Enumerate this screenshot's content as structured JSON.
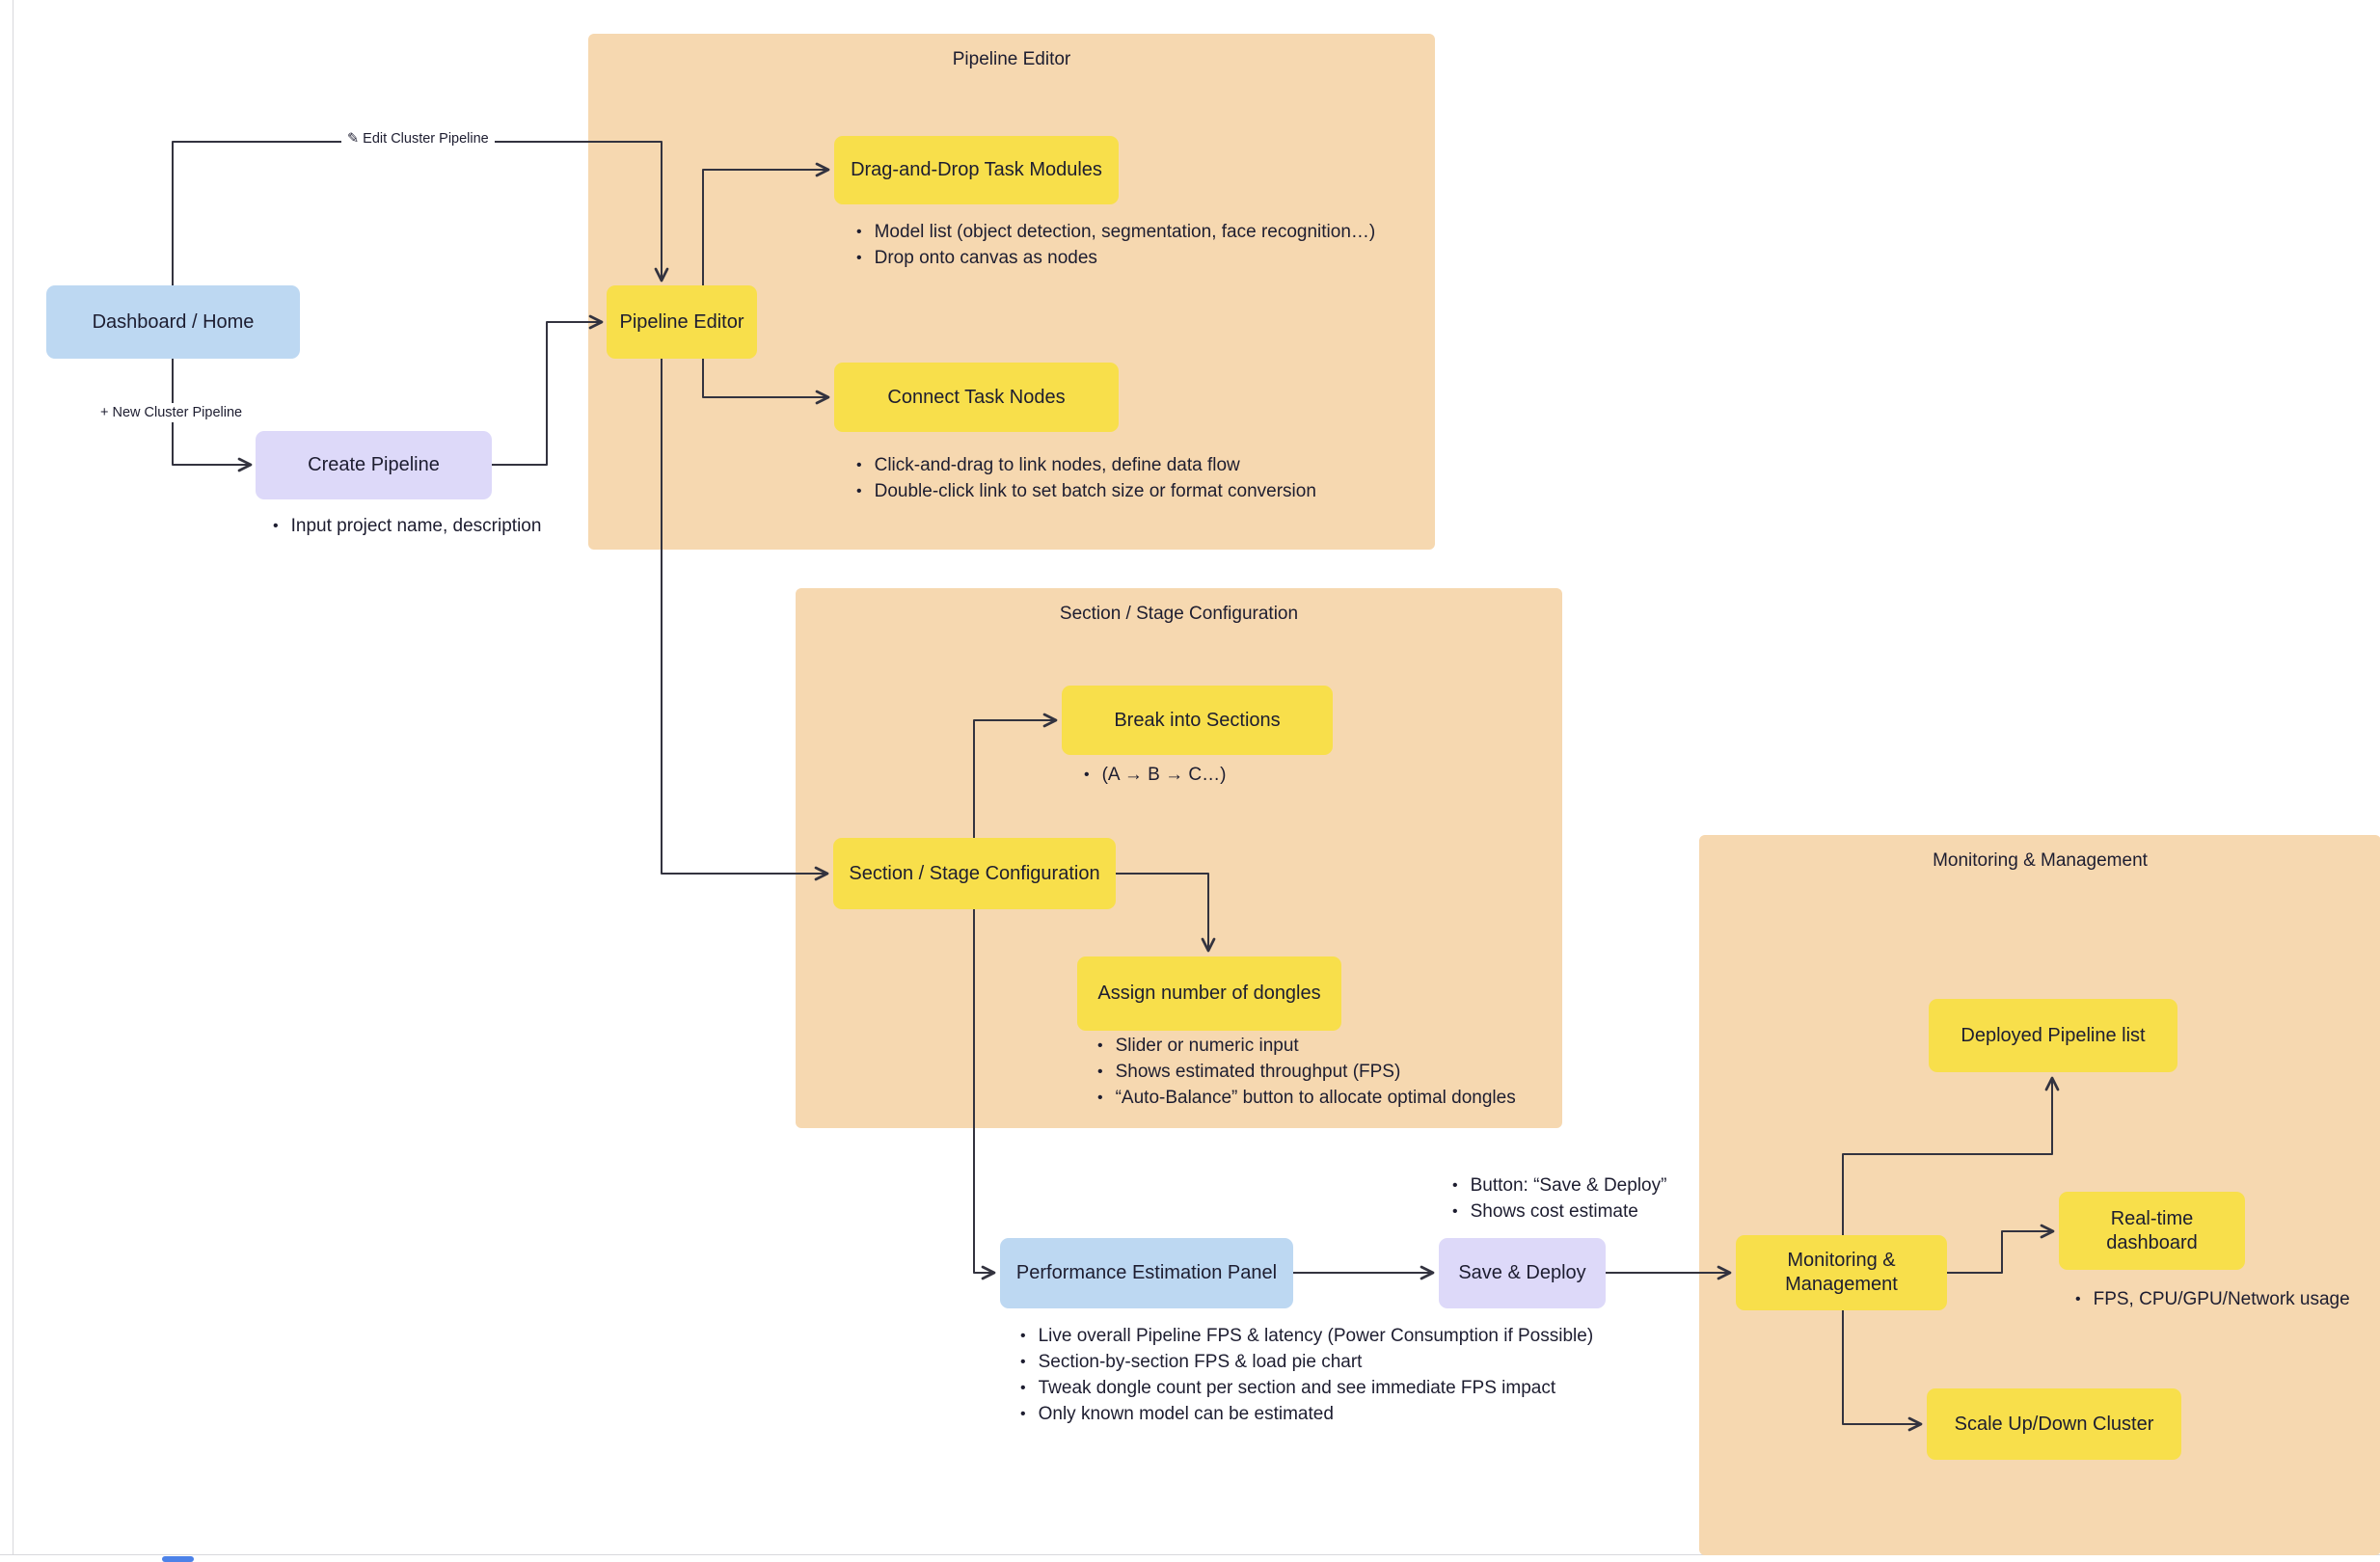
{
  "colors": {
    "group_bg": "#f6d8b0",
    "node_yellow": "#f8df4b",
    "node_blue": "#bdd8f2",
    "node_purple": "#ddd9f9",
    "text": "#1d1d30",
    "connector_line": "#33333f",
    "scroll_thumb": "#4d82e8"
  },
  "groups": {
    "pipeline_editor": {
      "title": "Pipeline Editor"
    },
    "section_config": {
      "title": "Section / Stage Configuration"
    },
    "monitoring": {
      "title": "Monitoring & Management"
    }
  },
  "nodes": {
    "dashboard": {
      "label": "Dashboard / Home"
    },
    "create_pipeline": {
      "label": "Create Pipeline"
    },
    "pipeline_editor": {
      "label": "Pipeline Editor"
    },
    "drag_drop": {
      "label": "Drag-and-Drop Task Modules"
    },
    "connect_nodes": {
      "label": "Connect Task Nodes"
    },
    "section_config": {
      "label": "Section / Stage Configuration"
    },
    "break_sections": {
      "label": "Break into Sections"
    },
    "assign_dongles": {
      "label": "Assign number of dongles"
    },
    "perf_panel": {
      "label": "Performance Estimation Panel"
    },
    "save_deploy": {
      "label": "Save & Deploy"
    },
    "monitoring": {
      "label": "Monitoring & Management"
    },
    "deployed_list": {
      "label": "Deployed Pipeline list"
    },
    "realtime_dash": {
      "label": "Real-time dashboard"
    },
    "scale_cluster": {
      "label": "Scale Up/Down Cluster"
    }
  },
  "edge_labels": {
    "edit_cluster": "✎ Edit Cluster Pipeline",
    "new_cluster": "+ New Cluster Pipeline"
  },
  "bullets": {
    "create_pipeline": [
      "Input project name, description"
    ],
    "drag_drop": [
      "Model list (object detection, segmentation, face recognition…)",
      "Drop onto canvas as nodes"
    ],
    "connect_nodes": [
      "Click-and-drag to link nodes, define data flow",
      "Double-click link to set batch size or format conversion"
    ],
    "break_sections": [
      "(A → B → C…)"
    ],
    "assign_dongles": [
      "Slider or numeric input",
      "Shows estimated throughput (FPS)",
      "“Auto-Balance” button to allocate optimal dongles"
    ],
    "perf_panel": [
      "Live overall Pipeline FPS & latency (Power Consumption if Possible)",
      "Section-by-section FPS & load pie chart",
      "Tweak dongle count per section and see immediate FPS impact",
      "Only known model can be estimated"
    ],
    "save_deploy": [
      "Button: “Save & Deploy”",
      "Shows cost estimate"
    ],
    "realtime_dash": [
      "FPS, CPU/GPU/Network usage"
    ]
  }
}
